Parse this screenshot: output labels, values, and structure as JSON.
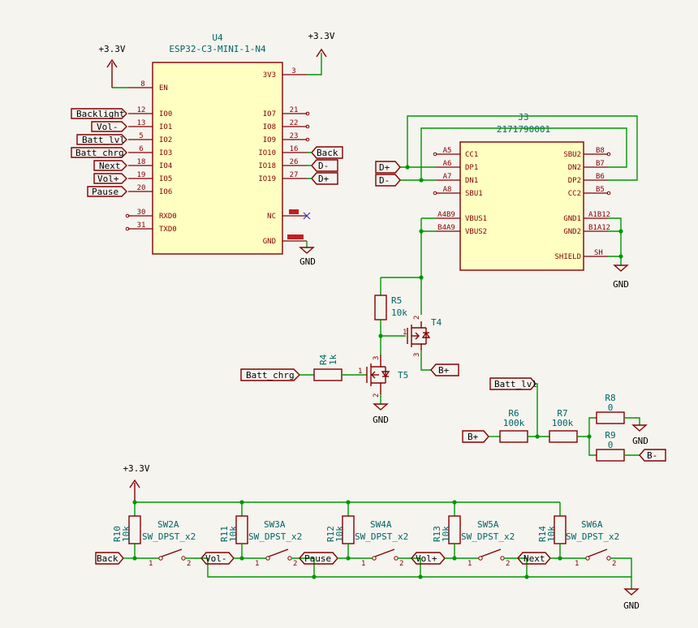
{
  "u4": {
    "ref": "U4",
    "value": "ESP32-C3-MINI-1-N4",
    "pins_left": [
      {
        "num": "8",
        "name": "EN"
      },
      {
        "num": "12",
        "name": "IO0"
      },
      {
        "num": "13",
        "name": "IO1"
      },
      {
        "num": "5",
        "name": "IO2"
      },
      {
        "num": "6",
        "name": "IO3"
      },
      {
        "num": "18",
        "name": "IO4"
      },
      {
        "num": "19",
        "name": "IO5"
      },
      {
        "num": "20",
        "name": "IO6"
      },
      {
        "num": "30",
        "name": "RXD0"
      },
      {
        "num": "31",
        "name": "TXD0"
      }
    ],
    "pins_right": [
      {
        "num": "3",
        "name": "3V3"
      },
      {
        "num": "21",
        "name": "IO7"
      },
      {
        "num": "22",
        "name": "IO8"
      },
      {
        "num": "23",
        "name": "IO9"
      },
      {
        "num": "16",
        "name": "IO10"
      },
      {
        "num": "26",
        "name": "IO18"
      },
      {
        "num": "27",
        "name": "IO19"
      },
      {
        "num": "",
        "name": "NC"
      },
      {
        "num": "",
        "name": "GND"
      }
    ],
    "gpio_labels_left": [
      "Backlight",
      "Vol-",
      "Batt_lvl",
      "Batt_chrg",
      "Next",
      "Vol+",
      "Pause"
    ],
    "gpio_labels_right": [
      "Back",
      "D-",
      "D+"
    ]
  },
  "j3": {
    "ref": "J3",
    "value": "2171790001",
    "pins_left": [
      {
        "num": "A5",
        "name": "CC1"
      },
      {
        "num": "A6",
        "name": "DP1"
      },
      {
        "num": "A7",
        "name": "DN1"
      },
      {
        "num": "A8",
        "name": "SBU1"
      },
      {
        "num": "A4B9",
        "name": "VBUS1"
      },
      {
        "num": "B4A9",
        "name": "VBUS2"
      }
    ],
    "pins_right": [
      {
        "num": "B8",
        "name": "SBU2"
      },
      {
        "num": "B7",
        "name": "DN2"
      },
      {
        "num": "B6",
        "name": "DP2"
      },
      {
        "num": "B5",
        "name": "CC2"
      },
      {
        "num": "A1B12",
        "name": "GND1"
      },
      {
        "num": "B1A12",
        "name": "GND2"
      },
      {
        "num": "SH",
        "name": "SHIELD"
      }
    ],
    "labels": [
      "D+",
      "D-"
    ]
  },
  "power": {
    "p33": "+3.3V",
    "gnd": "GND"
  },
  "charge": {
    "r5_ref": "R5",
    "r5_val": "10k",
    "r4_ref": "R4",
    "r4_val": "1k",
    "t4_ref": "T4",
    "t5_ref": "T5",
    "label_in": "Batt_chrg",
    "label_out": "B+",
    "pins_t4": [
      "1",
      "2",
      "3"
    ],
    "pins_t5": [
      "1",
      "2",
      "3"
    ]
  },
  "divider": {
    "label_lvl": "Batt_lvl",
    "label_bp": "B+",
    "label_bm": "B-",
    "r6_ref": "R6",
    "r6_val": "100k",
    "r7_ref": "R7",
    "r7_val": "100k",
    "r8_ref": "R8",
    "r8_val": "0",
    "r9_ref": "R9",
    "r9_val": "0"
  },
  "buttons": {
    "resistors": [
      {
        "ref": "R10",
        "val": "10k"
      },
      {
        "ref": "R11",
        "val": "10k"
      },
      {
        "ref": "R12",
        "val": "10k"
      },
      {
        "ref": "R13",
        "val": "10k"
      },
      {
        "ref": "R14",
        "val": "10k"
      }
    ],
    "switches": [
      {
        "ref": "SW2A",
        "val": "SW_DPST_x2"
      },
      {
        "ref": "SW3A",
        "val": "SW_DPST_x2"
      },
      {
        "ref": "SW4A",
        "val": "SW_DPST_x2"
      },
      {
        "ref": "SW5A",
        "val": "SW_DPST_x2"
      },
      {
        "ref": "SW6A",
        "val": "SW_DPST_x2"
      }
    ],
    "labels": [
      "Back",
      "Vol-",
      "Pause",
      "Vol+",
      "Next"
    ],
    "pin1": "1",
    "pin2": "2"
  }
}
